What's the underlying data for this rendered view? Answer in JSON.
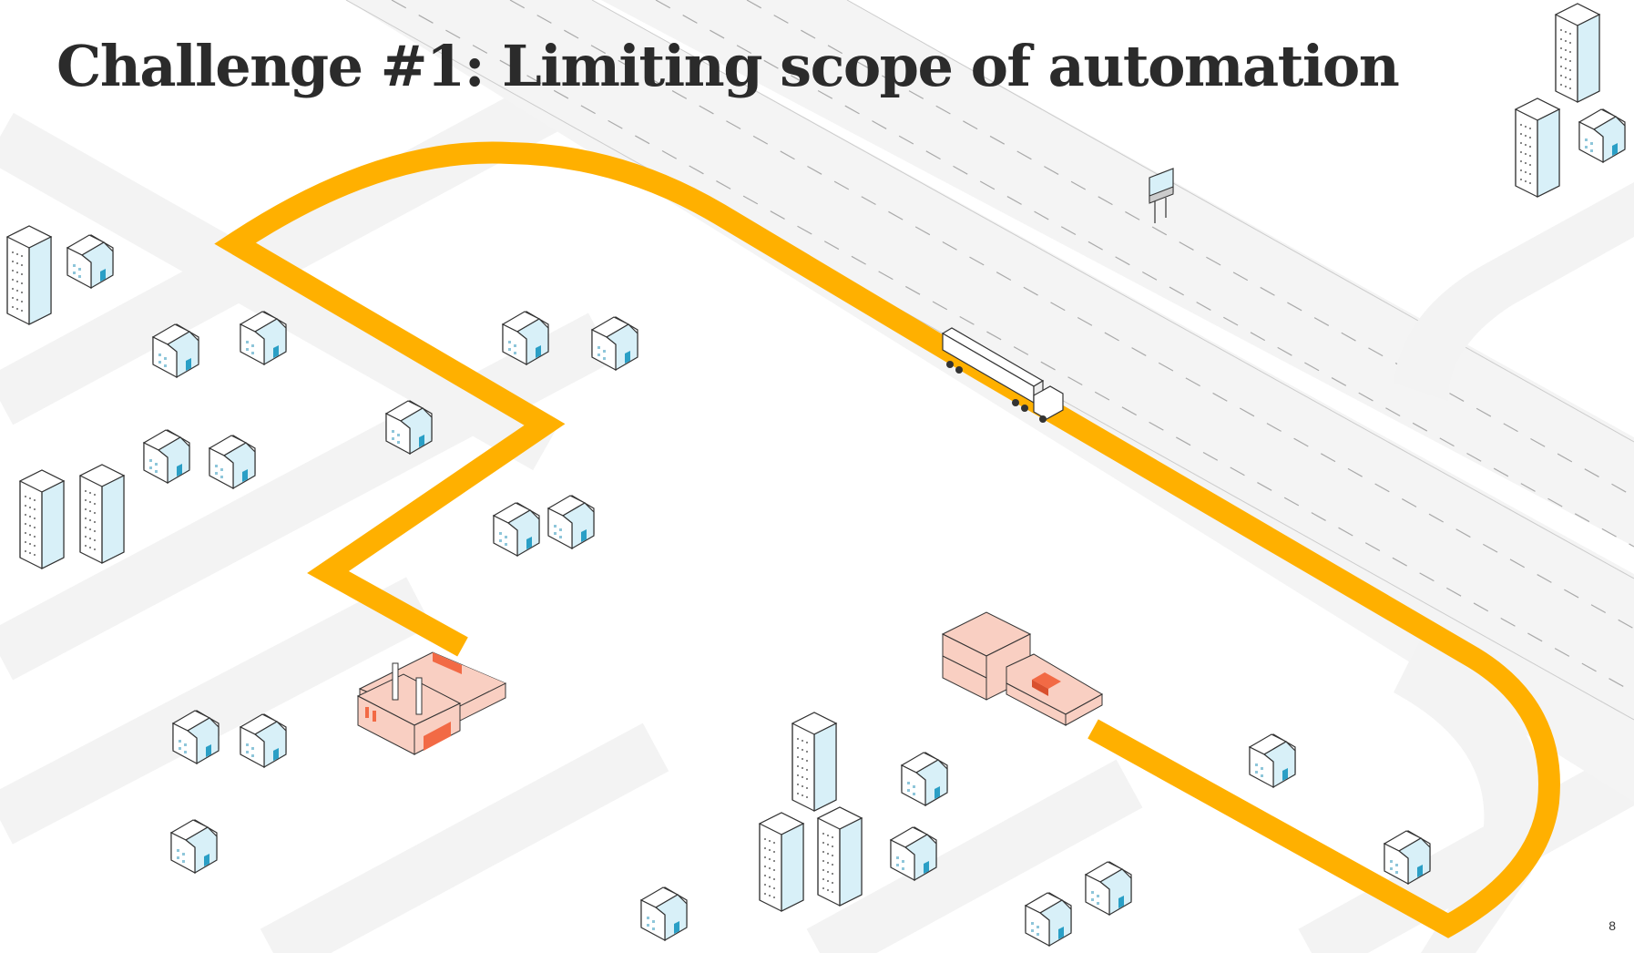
{
  "slide": {
    "title": "Challenge #1: Limiting scope of automation",
    "page_number": "8"
  },
  "colors": {
    "route": "#FFB000",
    "road": "#F3F3F3",
    "building_glass": "#D8F0F8",
    "factory": "#F9CFC2",
    "factory_accent": "#F26A45",
    "outline": "#333333"
  },
  "scene": {
    "route": {
      "description_icon": "delivery-route-line"
    },
    "truck": {
      "icon": "semi-truck-icon"
    },
    "origin": {
      "icon": "factory-icon"
    },
    "destination": {
      "icon": "warehouse-icon"
    },
    "billboard": {
      "icon": "highway-sign-icon"
    }
  }
}
